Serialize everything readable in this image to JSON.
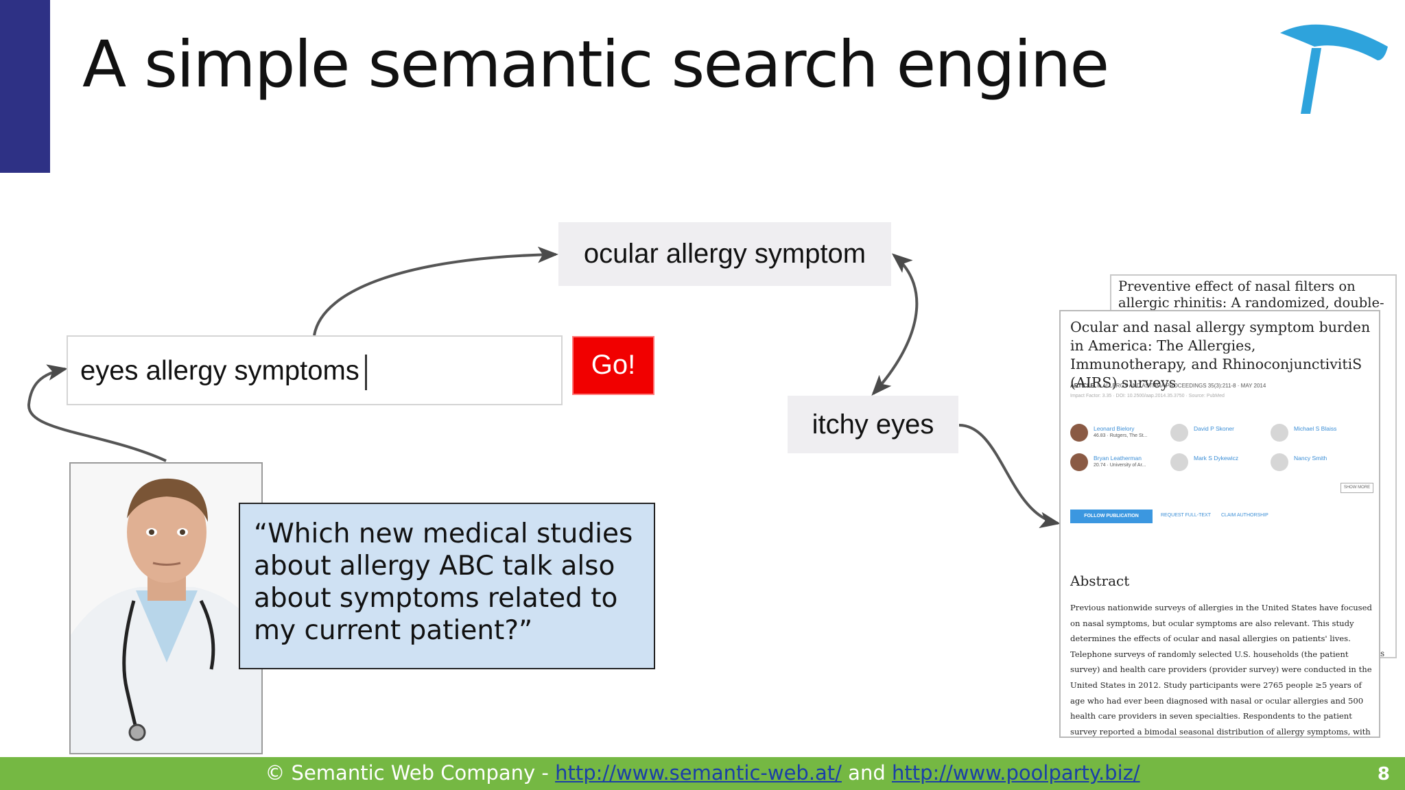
{
  "slide": {
    "title": "A simple semantic search engine",
    "page_number": "8"
  },
  "search": {
    "query": "eyes allergy symptoms",
    "go_label": "Go!"
  },
  "concepts": {
    "ocular": "ocular allergy symptom",
    "itchy": "itchy eyes"
  },
  "quote": "“Which new medical studies about allergy ABC talk also about symptoms related to my current patient?”",
  "doc_back": {
    "title": "Preventive effect of nasal filters on allergic rhinitis: A randomized, double-blind,",
    "edge_text": "s"
  },
  "document": {
    "title": "Ocular and nasal allergy symptom burden in America: The Allergies, Immunotherapy, and RhinoconjunctivitiS (AIRS) surveys",
    "type_label": "ARTICLE",
    "journal": "in  ALLERGY AND ASTHMA PROCEEDINGS 35(3):211-8 · MAY 2014",
    "meta": "Impact Factor: 3.35 · DOI: 10.2500/aap.2014.35.3750 · Source: PubMed",
    "authors": [
      {
        "name": "Leonard Bielory",
        "sub": "46.83 · Rutgers, The St..."
      },
      {
        "name": "David P Skoner",
        "sub": ""
      },
      {
        "name": "Michael S Blaiss",
        "sub": ""
      },
      {
        "name": "Bryan Leatherman",
        "sub": "20.74 · University of Ar..."
      },
      {
        "name": "Mark S Dykewicz",
        "sub": ""
      },
      {
        "name": "Nancy Smith",
        "sub": ""
      }
    ],
    "show_more": "SHOW MORE",
    "follow": "FOLLOW PUBLICATION",
    "request": "REQUEST FULL-TEXT",
    "claim": "CLAIM AUTHORSHIP",
    "abstract_heading": "Abstract",
    "abstract_text": "Previous nationwide surveys of allergies in the United States have focused on nasal symptoms, but ocular symptoms are also relevant. This study determines the effects of ocular and nasal allergies on patients' lives. Telephone surveys of randomly selected U.S. households (the patient survey) and health care providers (provider survey) were conducted in the United States in 2012. Study participants were 2765 people ≥5 years of age who had ever been diagnosed with nasal or ocular allergies and 500 health care providers in seven specialties. Respondents to the patient survey reported a bimodal seasonal distribution of allergy symptoms, with peaks in"
  },
  "footer": {
    "prefix": "© Semantic Web Company - ",
    "link1": "http://www.semantic-web.at/",
    "middle": " and ",
    "link2": "http://www.poolparty.biz/"
  },
  "colors": {
    "accent_bar": "#2e3185",
    "go_button": "#f10000",
    "quote_bg": "#cfe1f3",
    "footer_bg": "#75b843",
    "logo": "#2ea3dc"
  }
}
